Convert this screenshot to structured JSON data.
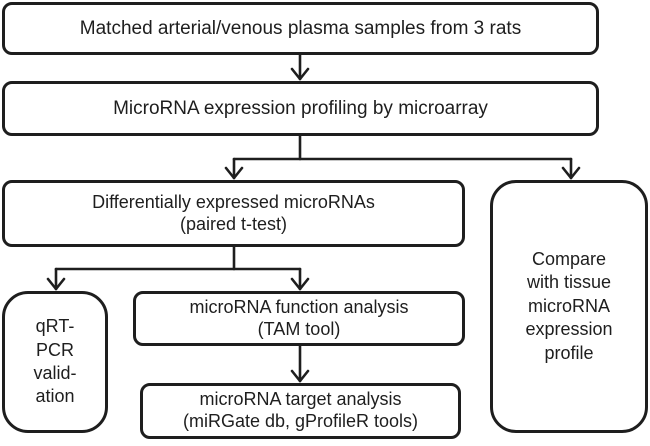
{
  "diagram": {
    "type": "flowchart",
    "nodes": {
      "samples": {
        "id": "samples",
        "lines": [
          "Matched arterial/venous plasma samples from 3 rats"
        ]
      },
      "profiling": {
        "id": "profiling",
        "lines": [
          "MicroRNA expression profiling by microarray"
        ]
      },
      "differential": {
        "id": "differential",
        "lines": [
          "Differentially expressed microRNAs",
          "(paired t-test)"
        ]
      },
      "compare": {
        "id": "compare",
        "lines": [
          "Compare",
          "with tissue",
          "microRNA",
          "expression",
          "profile"
        ]
      },
      "qrtpcr": {
        "id": "qrtpcr",
        "lines": [
          "qRT-",
          "PCR",
          "valid-",
          "ation"
        ]
      },
      "function": {
        "id": "function",
        "lines": [
          "microRNA function analysis",
          "(TAM tool)"
        ]
      },
      "target": {
        "id": "target",
        "lines": [
          "microRNA target analysis",
          "(miRGate db, gProfileR tools)"
        ]
      }
    },
    "edges": [
      {
        "from": "samples",
        "to": "profiling"
      },
      {
        "from": "profiling",
        "to": "differential"
      },
      {
        "from": "profiling",
        "to": "compare"
      },
      {
        "from": "differential",
        "to": "qrtpcr"
      },
      {
        "from": "differential",
        "to": "function"
      },
      {
        "from": "function",
        "to": "target"
      }
    ],
    "colors": {
      "stroke": "#1e1e1e",
      "background": "#ffffff"
    }
  }
}
